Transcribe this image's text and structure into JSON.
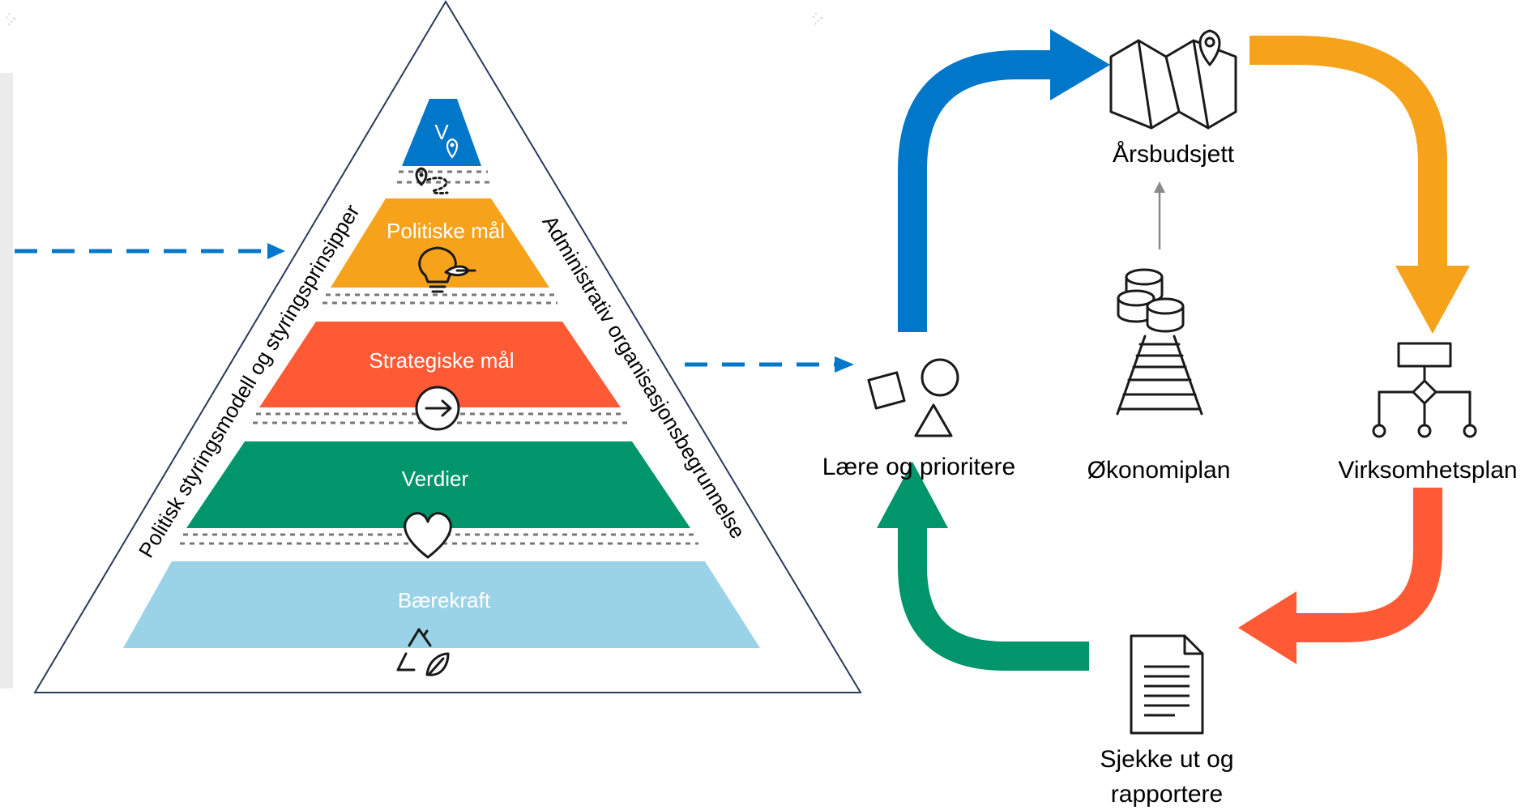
{
  "pyramid": {
    "levels": [
      {
        "label": "V",
        "color": "#0077c8"
      },
      {
        "label": "Politiske mål",
        "color": "#f7a21b"
      },
      {
        "label": "Strategiske mål",
        "color": "#ff5a36"
      },
      {
        "label": "Verdier",
        "color": "#00956b"
      },
      {
        "label": "Bærekraft",
        "color": "#9ad3e8"
      }
    ],
    "left_side_label": "Politisk styringsmodell og styringsprinsipper",
    "right_side_label": "Administrativ organisasjonsbegrunnelse"
  },
  "cycle": {
    "nodes": {
      "top": "Årsbudsjett",
      "center": "Økonomiplan",
      "right": "Virksomhetsplan",
      "bottom_line1": "Sjekke ut og",
      "bottom_line2": "rapportere",
      "left": "Lære og prioritere"
    },
    "arrow_colors": {
      "blue": "#0077c8",
      "orange": "#f7a21b",
      "red": "#ff5a36",
      "green": "#00956b"
    }
  },
  "icons": [
    "location-pin-icon",
    "route-icon",
    "lightbulb-icon",
    "arrow-circle-icon",
    "heart-icon",
    "recycle-leaf-icon",
    "map-icon",
    "coins-icon",
    "railway-track-icon",
    "shapes-icon",
    "org-chart-icon",
    "document-icon"
  ]
}
